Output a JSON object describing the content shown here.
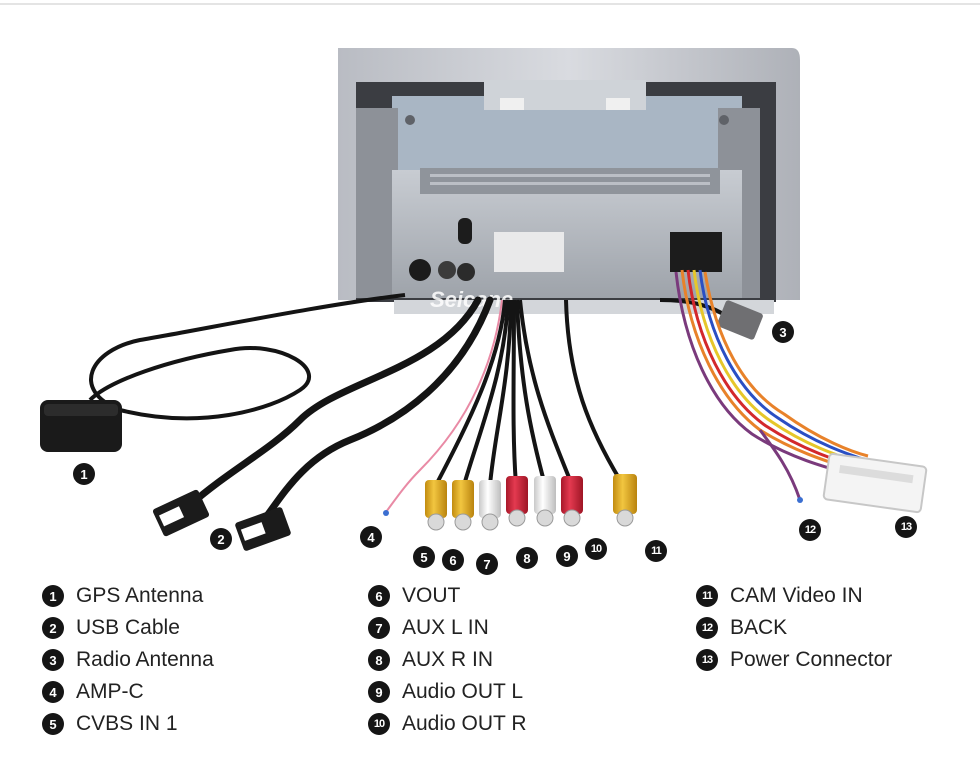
{
  "watermark": "Seicane",
  "callouts": [
    {
      "id": "1",
      "label": "GPS Antenna"
    },
    {
      "id": "2",
      "label": "USB Cable"
    },
    {
      "id": "3",
      "label": "Radio Antenna"
    },
    {
      "id": "4",
      "label": "AMP-C"
    },
    {
      "id": "5",
      "label": "CVBS IN 1"
    },
    {
      "id": "6",
      "label": "VOUT"
    },
    {
      "id": "7",
      "label": "AUX L IN"
    },
    {
      "id": "8",
      "label": "AUX R IN"
    },
    {
      "id": "9",
      "label": "Audio OUT L"
    },
    {
      "id": "10",
      "label": "Audio OUT R"
    },
    {
      "id": "11",
      "label": "CAM Video IN"
    },
    {
      "id": "12",
      "label": "BACK"
    },
    {
      "id": "13",
      "label": "Power Connector"
    }
  ],
  "legend": {
    "col1": [
      {
        "num": "1",
        "label": "GPS Antenna"
      },
      {
        "num": "2",
        "label": "USB Cable"
      },
      {
        "num": "3",
        "label": "Radio Antenna"
      },
      {
        "num": "4",
        "label": "AMP-C"
      },
      {
        "num": "5",
        "label": "CVBS IN 1"
      }
    ],
    "col2": [
      {
        "num": "6",
        "label": "VOUT"
      },
      {
        "num": "7",
        "label": "AUX L IN"
      },
      {
        "num": "8",
        "label": "AUX R IN"
      },
      {
        "num": "9",
        "label": "Audio OUT L"
      },
      {
        "num": "10",
        "label": "Audio OUT R"
      }
    ],
    "col3": [
      {
        "num": "11",
        "label": "CAM Video IN"
      },
      {
        "num": "12",
        "label": "BACK"
      },
      {
        "num": "13",
        "label": "Power Connector"
      }
    ]
  },
  "colors": {
    "cable_black": "#141414",
    "rca_yellow": "#e8b321",
    "rca_white": "#eeeeee",
    "rca_red": "#d6233a",
    "wire_pink": "#e98aa5",
    "harness_orange": "#e8822a",
    "badge": "#151515"
  }
}
